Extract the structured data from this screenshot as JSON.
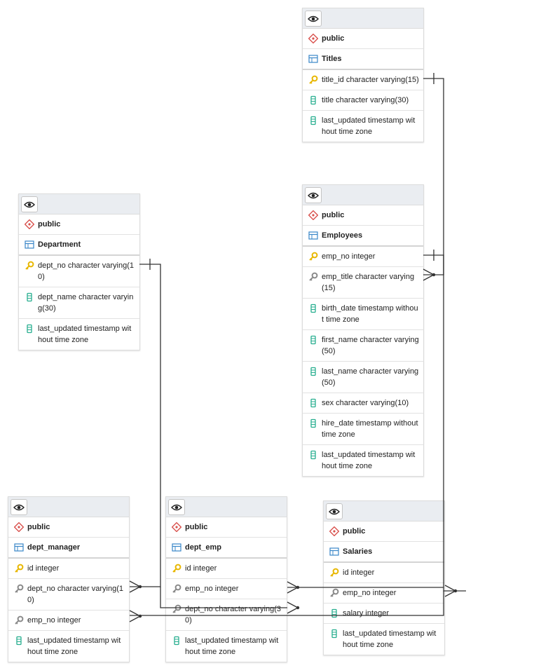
{
  "colors": {
    "schema_icon": "#d9534f",
    "table_icon": "#3a87c8",
    "pk_icon": "#e8b700",
    "fk_icon": "#8a8a8a",
    "column_icon": "#27ae8f",
    "line": "#333333",
    "header_bg": "#eaedf1"
  },
  "tables": {
    "titles": {
      "schema": "public",
      "name": "Titles",
      "columns": [
        {
          "text": "title_id character varying(15)",
          "icon": "primary-key-icon"
        },
        {
          "text": "title character varying(30)",
          "icon": "column-icon"
        },
        {
          "text": "last_updated timestamp without time zone",
          "icon": "column-icon"
        }
      ]
    },
    "department": {
      "schema": "public",
      "name": "Department",
      "columns": [
        {
          "text": "dept_no character varying(10)",
          "icon": "primary-key-icon"
        },
        {
          "text": "dept_name character varying(30)",
          "icon": "column-icon"
        },
        {
          "text": "last_updated timestamp without time zone",
          "icon": "column-icon"
        }
      ]
    },
    "employees": {
      "schema": "public",
      "name": "Employees",
      "columns": [
        {
          "text": "emp_no integer",
          "icon": "primary-key-icon"
        },
        {
          "text": "emp_title character varying(15)",
          "icon": "foreign-key-icon"
        },
        {
          "text": "birth_date timestamp without time zone",
          "icon": "column-icon"
        },
        {
          "text": "first_name character varying(50)",
          "icon": "column-icon"
        },
        {
          "text": "last_name character varying(50)",
          "icon": "column-icon"
        },
        {
          "text": "sex character varying(10)",
          "icon": "column-icon"
        },
        {
          "text": "hire_date timestamp without time zone",
          "icon": "column-icon"
        },
        {
          "text": "last_updated timestamp without time zone",
          "icon": "column-icon"
        }
      ]
    },
    "dept_manager": {
      "schema": "public",
      "name": "dept_manager",
      "columns": [
        {
          "text": "id integer",
          "icon": "primary-key-icon"
        },
        {
          "text": "dept_no character varying(10)",
          "icon": "foreign-key-icon"
        },
        {
          "text": "emp_no integer",
          "icon": "foreign-key-icon"
        },
        {
          "text": "last_updated timestamp without time zone",
          "icon": "column-icon"
        }
      ]
    },
    "dept_emp": {
      "schema": "public",
      "name": "dept_emp",
      "columns": [
        {
          "text": "id integer",
          "icon": "primary-key-icon"
        },
        {
          "text": "emp_no integer",
          "icon": "foreign-key-icon"
        },
        {
          "text": "dept_no character varying(30)",
          "icon": "foreign-key-icon"
        },
        {
          "text": "last_updated timestamp without time zone",
          "icon": "column-icon"
        }
      ]
    },
    "salaries": {
      "schema": "public",
      "name": "Salaries",
      "columns": [
        {
          "text": "id integer",
          "icon": "primary-key-icon"
        },
        {
          "text": "emp_no integer",
          "icon": "foreign-key-icon"
        },
        {
          "text": "salary integer",
          "icon": "column-icon"
        },
        {
          "text": "last_updated timestamp without time zone",
          "icon": "column-icon"
        }
      ]
    }
  }
}
